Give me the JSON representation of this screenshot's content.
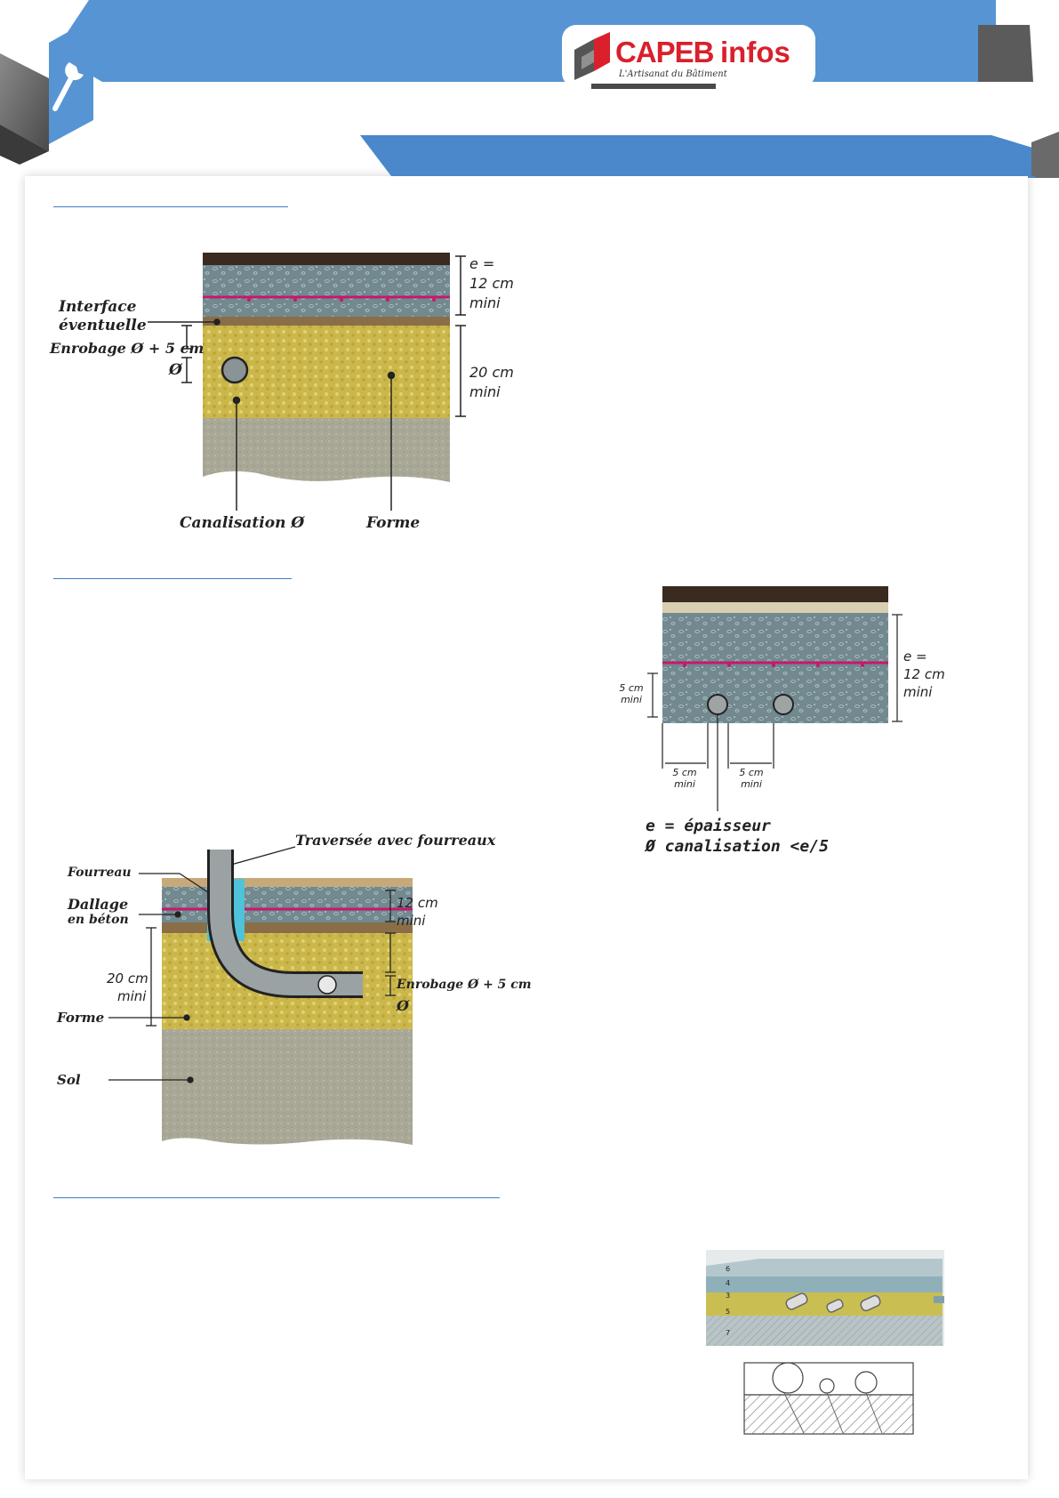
{
  "header": {
    "brand_main": "CAPEB",
    "brand_accent": "infos",
    "tagline": "L'Artisanat du Bâtiment",
    "tool_icon": "wrench-icon"
  },
  "colors": {
    "header_blue": "#5794d3",
    "frame_blue": "#4a87cb",
    "brand_red": "#d9202c",
    "tab_grey": "#5b5b5b"
  },
  "figure1": {
    "interface": "Interface",
    "interface2": "éventuelle",
    "enrobage": "Enrobage Ø + 5 cm",
    "diam": "Ø",
    "e_label": "e =",
    "e_val": "12 cm",
    "e_mini": "mini",
    "forme_val": "20 cm",
    "forme_mini": "mini",
    "canalisation": "Canalisation Ø",
    "forme": "Forme"
  },
  "figure2": {
    "side_val": "5 cm",
    "side_mini": "mini",
    "e_label": "e =",
    "e_val": "12 cm",
    "e_mini": "mini",
    "gap1_val": "5 cm",
    "gap1_mini": "mini",
    "gap2_val": "5 cm",
    "gap2_mini": "mini",
    "caption1": "e = épaisseur",
    "caption2": "Ø canalisation <e/5"
  },
  "figure3": {
    "traversee": "Traversée avec fourreaux",
    "fourreau": "Fourreau",
    "dallage1": "Dallage",
    "dallage2": "en béton",
    "val12": "12 cm",
    "mini12": "mini",
    "val20": "20 cm",
    "mini20": "mini",
    "enrobage": "Enrobage Ø + 5 cm",
    "diam": "Ø",
    "forme": "Forme",
    "sol": "Sol"
  },
  "figure4": {
    "layer_numbers": [
      "6",
      "4",
      "3",
      "5",
      "7"
    ]
  }
}
